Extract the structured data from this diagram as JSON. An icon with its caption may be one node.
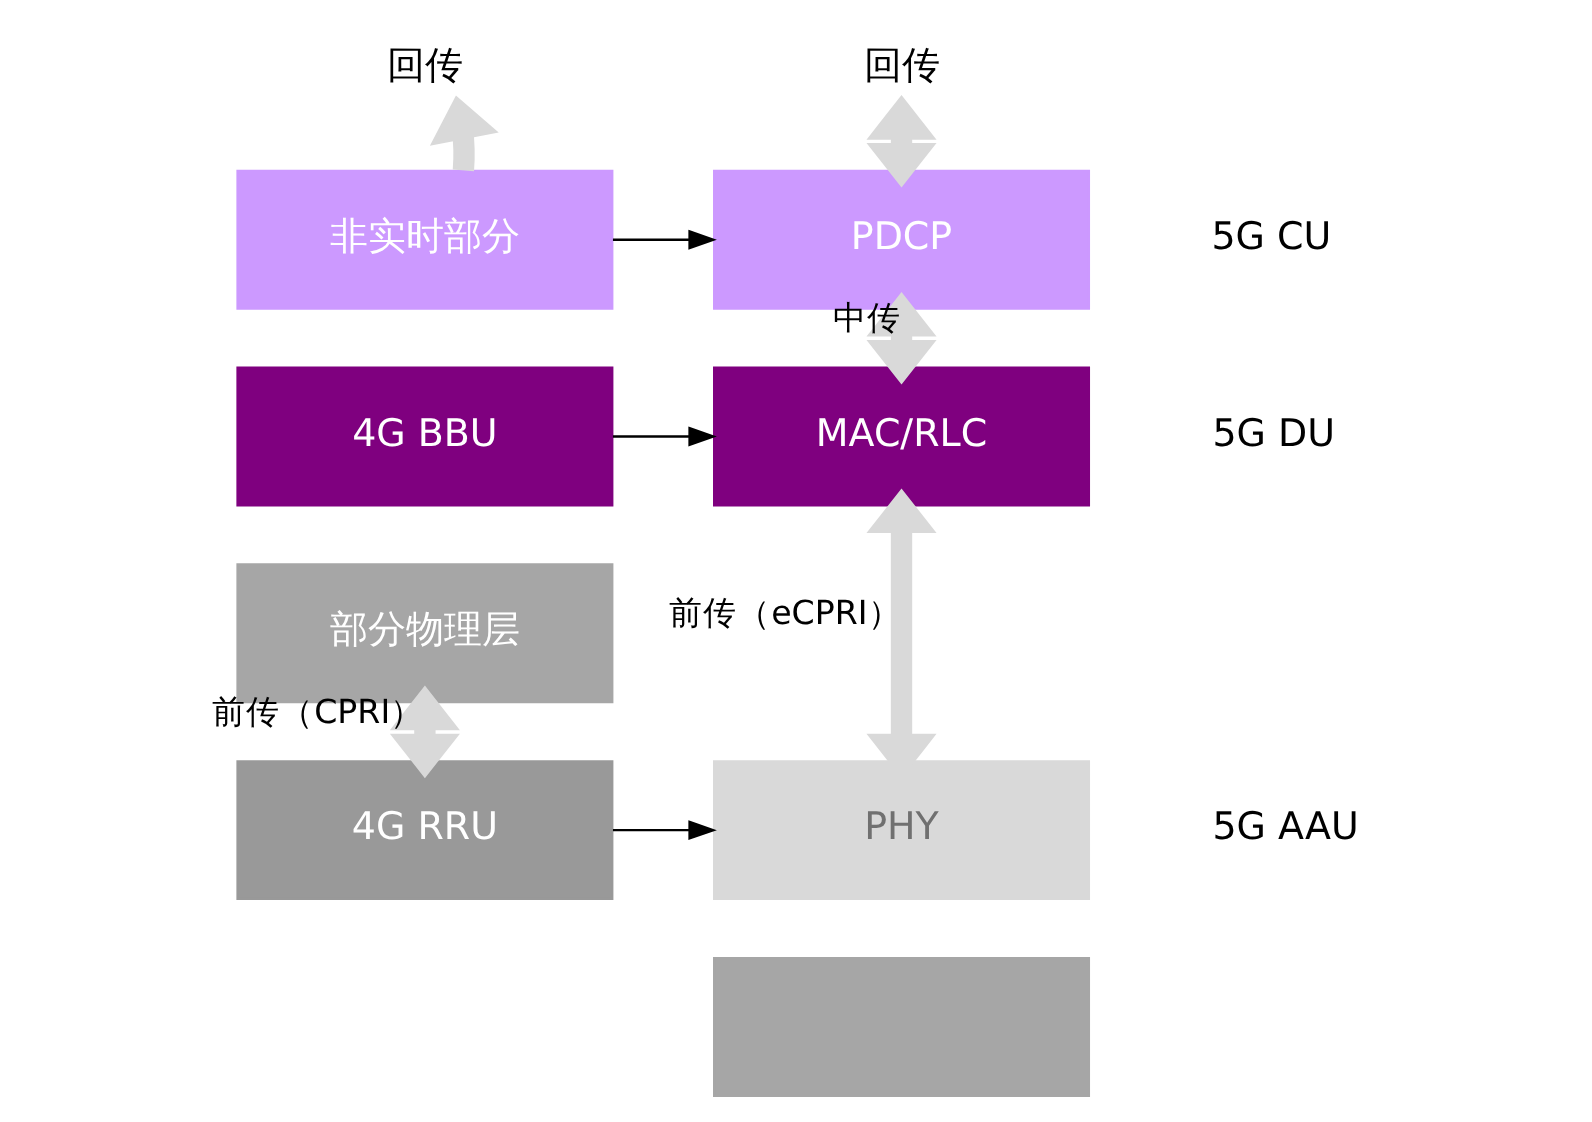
{
  "diagram": {
    "nodes": [
      {
        "text": [
          "回传"
        ]
      },
      {
        "text": [
          "非实时部分"
        ]
      },
      {
        "text": [
          "4G BBU"
        ]
      },
      {
        "text": [
          "部分物理层"
        ]
      },
      {
        "text": [
          "4G RRU"
        ]
      },
      {
        "text": [
          "回传"
        ]
      },
      {
        "text": [
          "PDCP"
        ],
        "beside": [
          "5G CU"
        ]
      },
      {
        "text": [
          "MAC/RLC"
        ],
        "beside": [
          "5G DU"
        ]
      },
      {
        "text": [
          "PHY"
        ],
        "beside": [
          "5G AAU"
        ]
      },
      {
        "text": [],
        "shape": "box"
      }
    ],
    "edges": [
      {
        "from": 1,
        "to": 0,
        "arrow": "to"
      },
      {
        "from": 5,
        "to": 6,
        "arrow": "both"
      },
      {
        "from": 6,
        "to": 7,
        "arrow": "both",
        "label": "中传"
      },
      {
        "from": 7,
        "to": 8,
        "arrow": "both",
        "label": "前传（eCPRI）"
      },
      {
        "from": 3,
        "to": 4,
        "arrow": "both",
        "label": "前传（CPRI）"
      },
      {
        "from": 1,
        "to": 6,
        "arrow": "to",
        "color": "#000000"
      },
      {
        "from": 2,
        "to": 7,
        "arrow": "to",
        "color": "#000000"
      },
      {
        "from": 4,
        "to": 8,
        "arrow": "to",
        "color": "#000000"
      }
    ]
  }
}
